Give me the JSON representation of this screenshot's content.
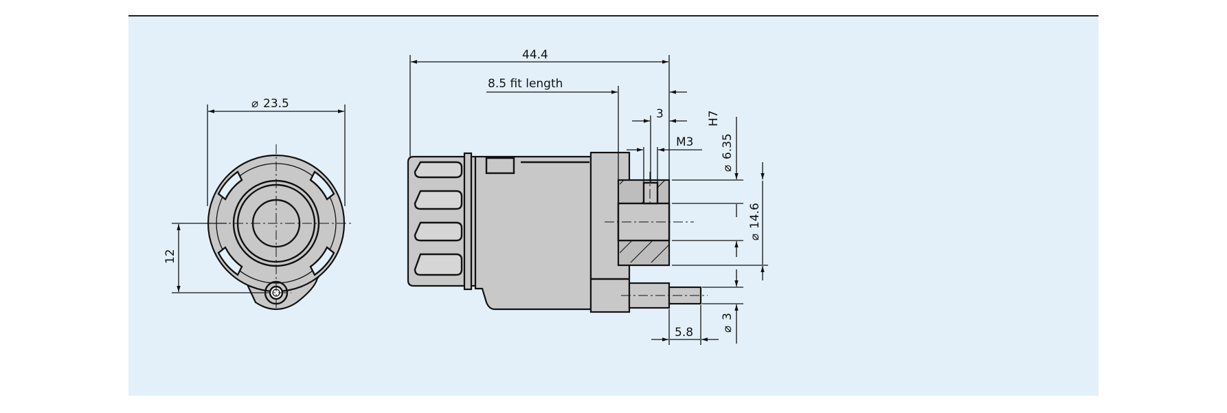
{
  "dimensions": {
    "diameter_outer": "23.5",
    "height_mount": "12",
    "overall_length": "44.4",
    "fit_length": "8.5 fit length",
    "shaft_offset": "3",
    "thread": "M3",
    "bore_diameter": "6.35",
    "bore_tolerance": "H7",
    "flange_diameter": "14.6",
    "pin_length": "5.8",
    "pin_diameter": "3"
  },
  "symbols": {
    "diameter": "⌀"
  },
  "colors": {
    "frame_background": "#e3f0fa",
    "part_fill": "#c8c8c8",
    "line": "#111111"
  }
}
